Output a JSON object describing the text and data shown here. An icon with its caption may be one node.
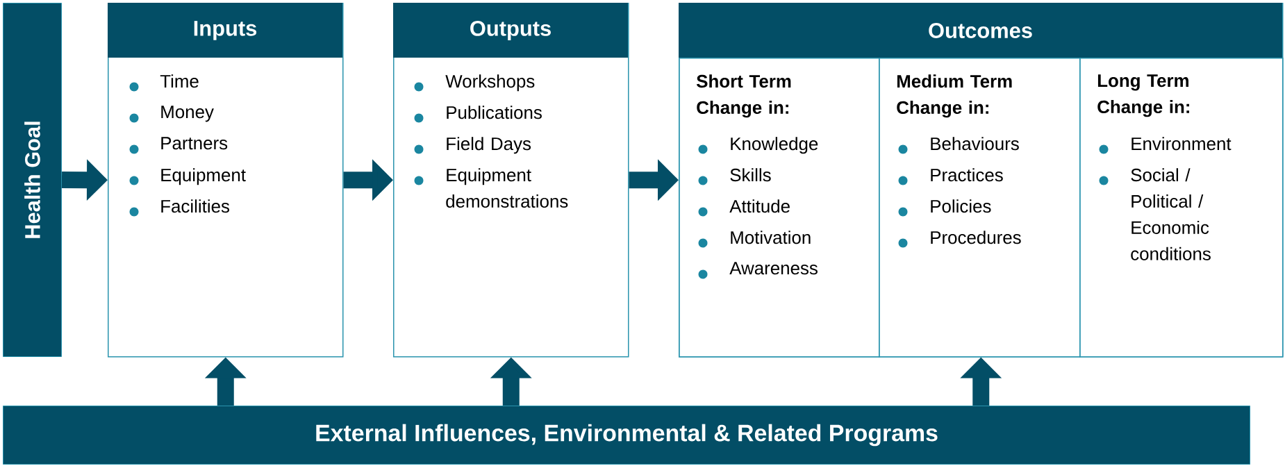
{
  "diagram": {
    "nodes": [
      {
        "text": [
          "Health Goal"
        ]
      },
      {
        "text": [
          "Inputs",
          "Time",
          "Money",
          "Partners",
          "Equipment",
          "Facilities"
        ]
      },
      {
        "text": [
          "Outputs",
          "Workshops",
          "Publications",
          "Field Days",
          "Equipment demonstrations"
        ]
      },
      {
        "text": [
          "Outcomes"
        ]
      },
      {
        "text": [
          "Short Term Change in:",
          "Knowledge",
          "Skills",
          "Attitude",
          "Motivation",
          "Awareness"
        ],
        "in": 3
      },
      {
        "text": [
          "Medium Term Change in:",
          "Behaviours",
          "Practices",
          "Policies",
          "Procedures"
        ],
        "in": 3
      },
      {
        "text": [
          "Long Term Change in:",
          "Environment",
          "Social / Political / Economic conditions"
        ],
        "in": 3
      },
      {
        "text": [
          "External Influences, Environmental & Related Programs"
        ]
      }
    ],
    "edges": [
      {
        "from": 0,
        "to": 1,
        "arrow": "to"
      },
      {
        "from": 1,
        "to": 2,
        "arrow": "to"
      },
      {
        "from": 2,
        "to": 3,
        "arrow": "to"
      },
      {
        "from": 7,
        "to": 1,
        "arrow": "to"
      },
      {
        "from": 7,
        "to": 2,
        "arrow": "to"
      },
      {
        "from": 7,
        "to": 3,
        "arrow": "to"
      }
    ]
  }
}
